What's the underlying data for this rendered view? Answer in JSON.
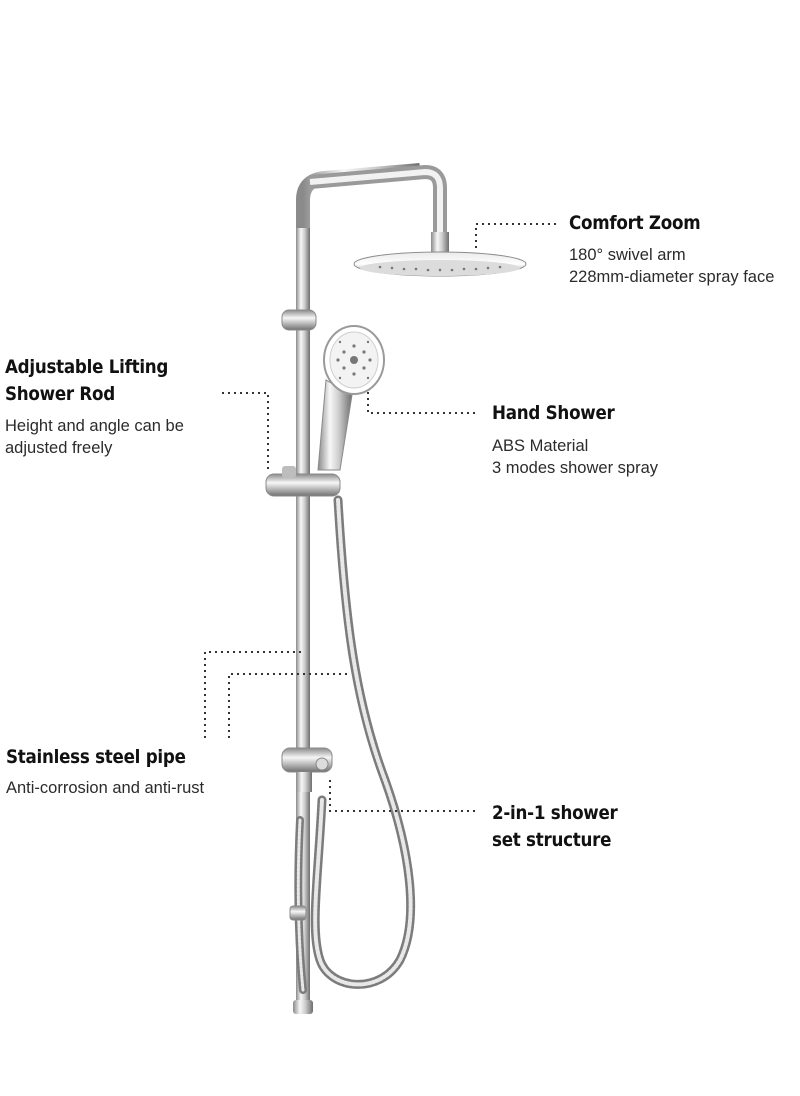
{
  "callouts": {
    "comfort_zoom": {
      "title": "Comfort Zoom",
      "lines": [
        "180° swivel arm",
        "228mm-diameter spray face"
      ]
    },
    "lifting_rod": {
      "title_lines": [
        "Adjustable Lifting",
        "Shower Rod"
      ],
      "lines": [
        "Height and angle can be",
        "adjusted freely"
      ]
    },
    "hand_shower": {
      "title": "Hand Shower",
      "lines": [
        "ABS Material",
        "3 modes shower spray"
      ]
    },
    "steel_pipe": {
      "title": "Stainless steel pipe",
      "lines": [
        "Anti-corrosion and anti-rust"
      ]
    },
    "structure": {
      "title_lines": [
        "2-in-1 shower",
        "set structure"
      ]
    }
  },
  "colors": {
    "chrome_dark": "#7a7a7a",
    "chrome_light": "#f4f4f4",
    "leader_line": "#333333"
  }
}
